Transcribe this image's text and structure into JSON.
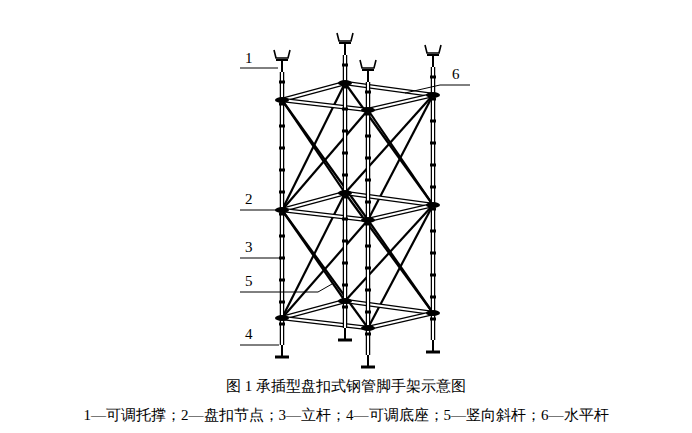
{
  "diagram": {
    "caption": "图 1 承插型盘扣式钢管脚手架示意图",
    "labels": [
      "1",
      "2",
      "3",
      "4",
      "5",
      "6",
      "1—可调托撑；2—盘扣节点；3—立杆；4—可调底座；5—竖向斜杆；6—水平杆"
    ]
  }
}
